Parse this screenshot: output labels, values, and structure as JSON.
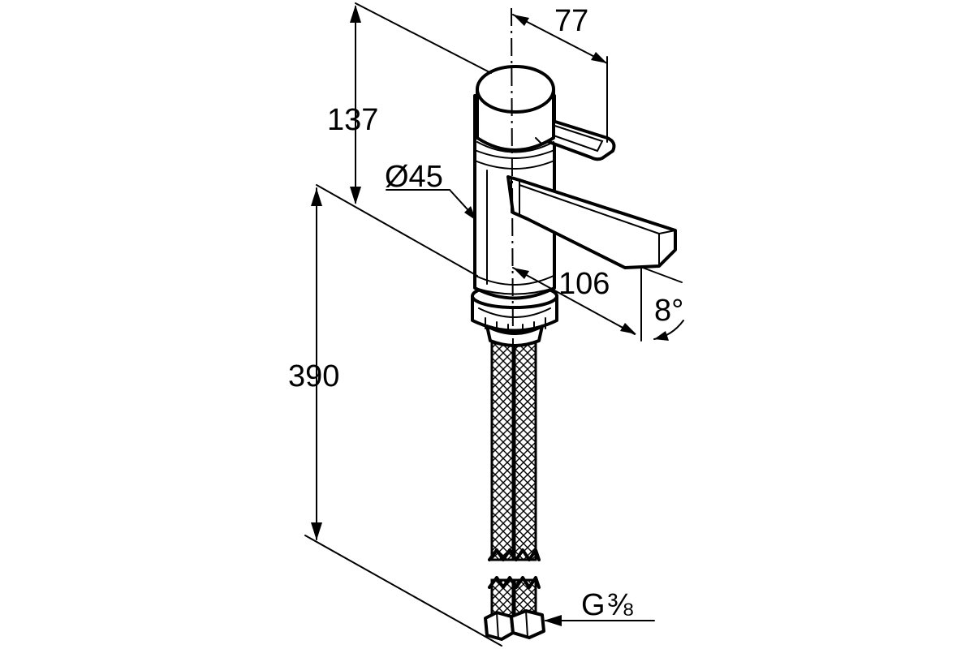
{
  "dimensions": {
    "handle_reach": "77",
    "body_height": "137",
    "diameter": "Ø45",
    "spout_reach": "106",
    "total_length": "390",
    "spout_angle": "8°",
    "connection_thread": "G",
    "connection_fraction": "⅜"
  }
}
